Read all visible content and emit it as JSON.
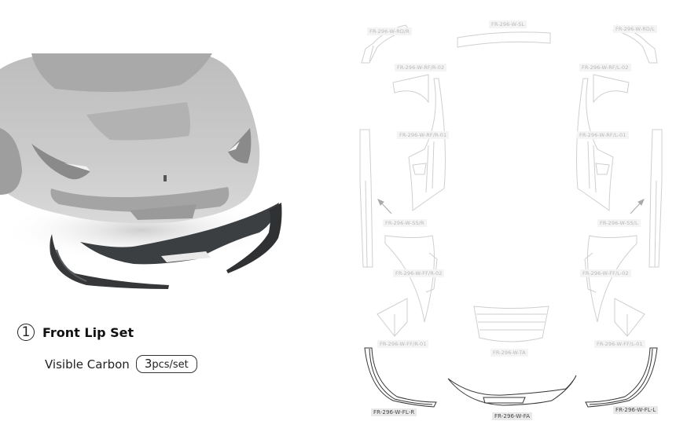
{
  "product": {
    "number_glyph": "①",
    "title": "Front Lip Set",
    "material": "Visible Carbon",
    "quantity_number": "3",
    "quantity_unit": "pcs/set"
  },
  "diagram": {
    "parts": [
      {
        "id": "rd-r",
        "label": "FR-296-W-RD/R",
        "highlighted": false
      },
      {
        "id": "sl",
        "label": "FR-296-W-SL",
        "highlighted": false
      },
      {
        "id": "rd-l",
        "label": "FR-296-W-RD/L",
        "highlighted": false
      },
      {
        "id": "rf-r-02",
        "label": "FR-296-W-RF/R-02",
        "highlighted": false
      },
      {
        "id": "rf-l-02",
        "label": "FR-296-W-RF/L-02",
        "highlighted": false
      },
      {
        "id": "rf-r-01",
        "label": "FR-296-W-RF/R-01",
        "highlighted": false
      },
      {
        "id": "rf-l-01",
        "label": "FR-296-W-RF/L-01",
        "highlighted": false
      },
      {
        "id": "ss-r",
        "label": "FR-296-W-SS/R",
        "highlighted": false
      },
      {
        "id": "ss-l",
        "label": "FR-296-W-SS/L",
        "highlighted": false
      },
      {
        "id": "ff-r-02",
        "label": "FR-296-W-FF/R-02",
        "highlighted": false
      },
      {
        "id": "ff-l-02",
        "label": "FR-296-W-FF/L-02",
        "highlighted": false
      },
      {
        "id": "ff-r-01",
        "label": "FR-296-W-FF/R-01",
        "highlighted": false
      },
      {
        "id": "ta",
        "label": "FR-296-W-TA",
        "highlighted": false
      },
      {
        "id": "ff-l-01",
        "label": "FR-296-W-FF/L-01",
        "highlighted": false
      },
      {
        "id": "fl-r",
        "label": "FR-296-W-FL-R",
        "highlighted": true
      },
      {
        "id": "fa",
        "label": "FR-296-W-FA",
        "highlighted": true
      },
      {
        "id": "fl-l",
        "label": "FR-296-W-FL-L",
        "highlighted": true
      }
    ],
    "colors": {
      "faint_line": "#cfcfcf",
      "highlight_line": "#333333",
      "label_bg": "#f4f4f4"
    }
  }
}
